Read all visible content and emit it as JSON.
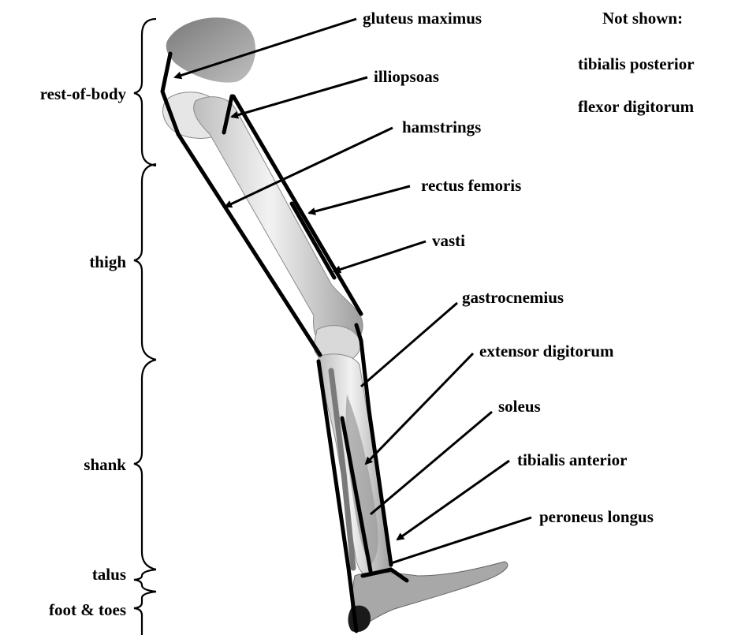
{
  "segments": {
    "rest_of_body": "rest-of-body",
    "thigh": "thigh",
    "shank": "shank",
    "talus": "talus",
    "foot_toes": "foot & toes"
  },
  "muscles": {
    "gluteus_maximus": "gluteus maximus",
    "illiopsoas": "illiopsoas",
    "hamstrings": "hamstrings",
    "rectus_femoris": "rectus femoris",
    "vasti": "vasti",
    "gastrocnemius": "gastrocnemius",
    "extensor_digitorum": "extensor digitorum",
    "soleus": "soleus",
    "tibialis_anterior": "tibialis anterior",
    "peroneus_longus": "peroneus longus"
  },
  "not_shown": {
    "heading": "Not shown:",
    "items": [
      "tibialis posterior",
      "flexor digitorum"
    ]
  }
}
